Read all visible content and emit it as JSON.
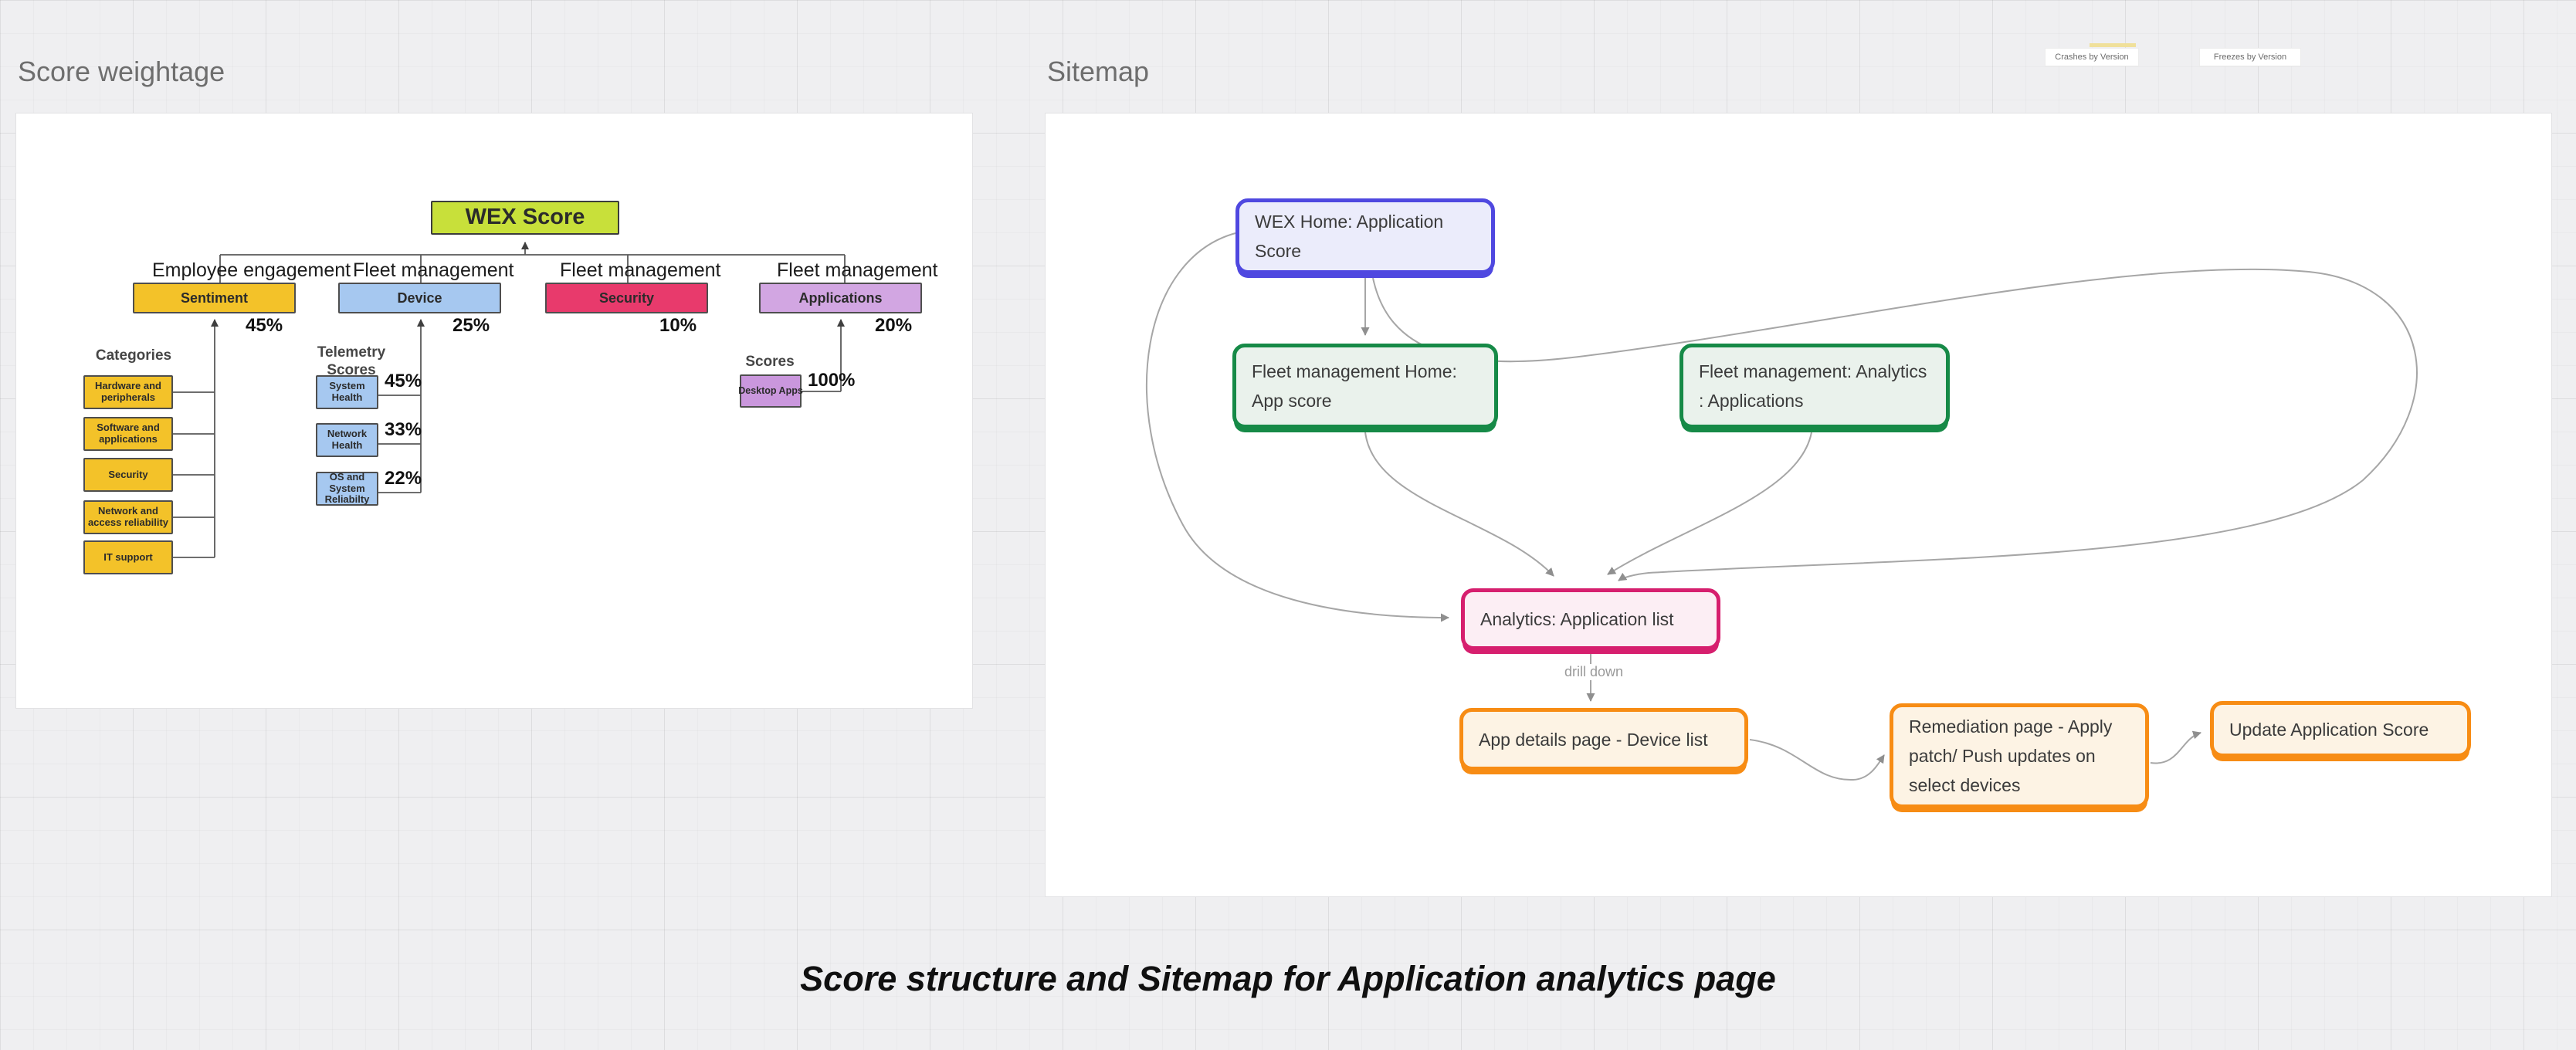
{
  "caption": "Score structure and Sitemap for Application analytics page",
  "frames": {
    "left": {
      "title": "Score weightage"
    },
    "right": {
      "title": "Sitemap"
    }
  },
  "mini_frames": [
    "Crashes by Version",
    "Freezes by Version"
  ],
  "tree": {
    "root": "WEX Score",
    "groups": [
      "Employee engagement",
      "Fleet management",
      "Fleet management",
      "Fleet management"
    ],
    "pillars": [
      {
        "name": "Sentiment",
        "weight": "45%"
      },
      {
        "name": "Device",
        "weight": "25%"
      },
      {
        "name": "Security",
        "weight": "10%"
      },
      {
        "name": "Applications",
        "weight": "20%"
      }
    ],
    "categories": {
      "title": "Categories",
      "items": [
        "Hardware and peripherals",
        "Software and applications",
        "Security",
        "Network and access reliability",
        "IT support"
      ]
    },
    "telemetry": {
      "title": "Telemetry Scores",
      "items": [
        {
          "name": "System Health",
          "weight": "45%"
        },
        {
          "name": "Network Health",
          "weight": "33%"
        },
        {
          "name": "OS and System Reliabilty",
          "weight": "22%"
        }
      ]
    },
    "scores": {
      "title": "Scores",
      "items": [
        {
          "name": "Desktop Apps",
          "weight": "100%"
        }
      ]
    }
  },
  "sitemap": {
    "nodes": {
      "wex_home": "WEX Home: Application\nScore",
      "fleet_home": "Fleet management Home:\nApp score",
      "fleet_analytics": "Fleet management: Analytics\n: Applications",
      "analytics_list": "Analytics: Application list",
      "app_details": "App details page - Device list",
      "remediation": "Remediation page - Apply\npatch/ Push updates on\nselect devices",
      "update_score": "Update Application Score"
    },
    "edge_label": "drill down"
  },
  "colors": {
    "canvas": "#efeff1",
    "lime": "#c8e03a",
    "yellow": "#f3c229",
    "blue": "#a6c8f0",
    "crimson": "#e83a6c",
    "purple": "#d2a6e2",
    "indigo": "#4f48e0",
    "green": "#168a47",
    "pink": "#d61f6e",
    "orange": "#f78c14",
    "connector_gray": "#9f9f9f"
  }
}
